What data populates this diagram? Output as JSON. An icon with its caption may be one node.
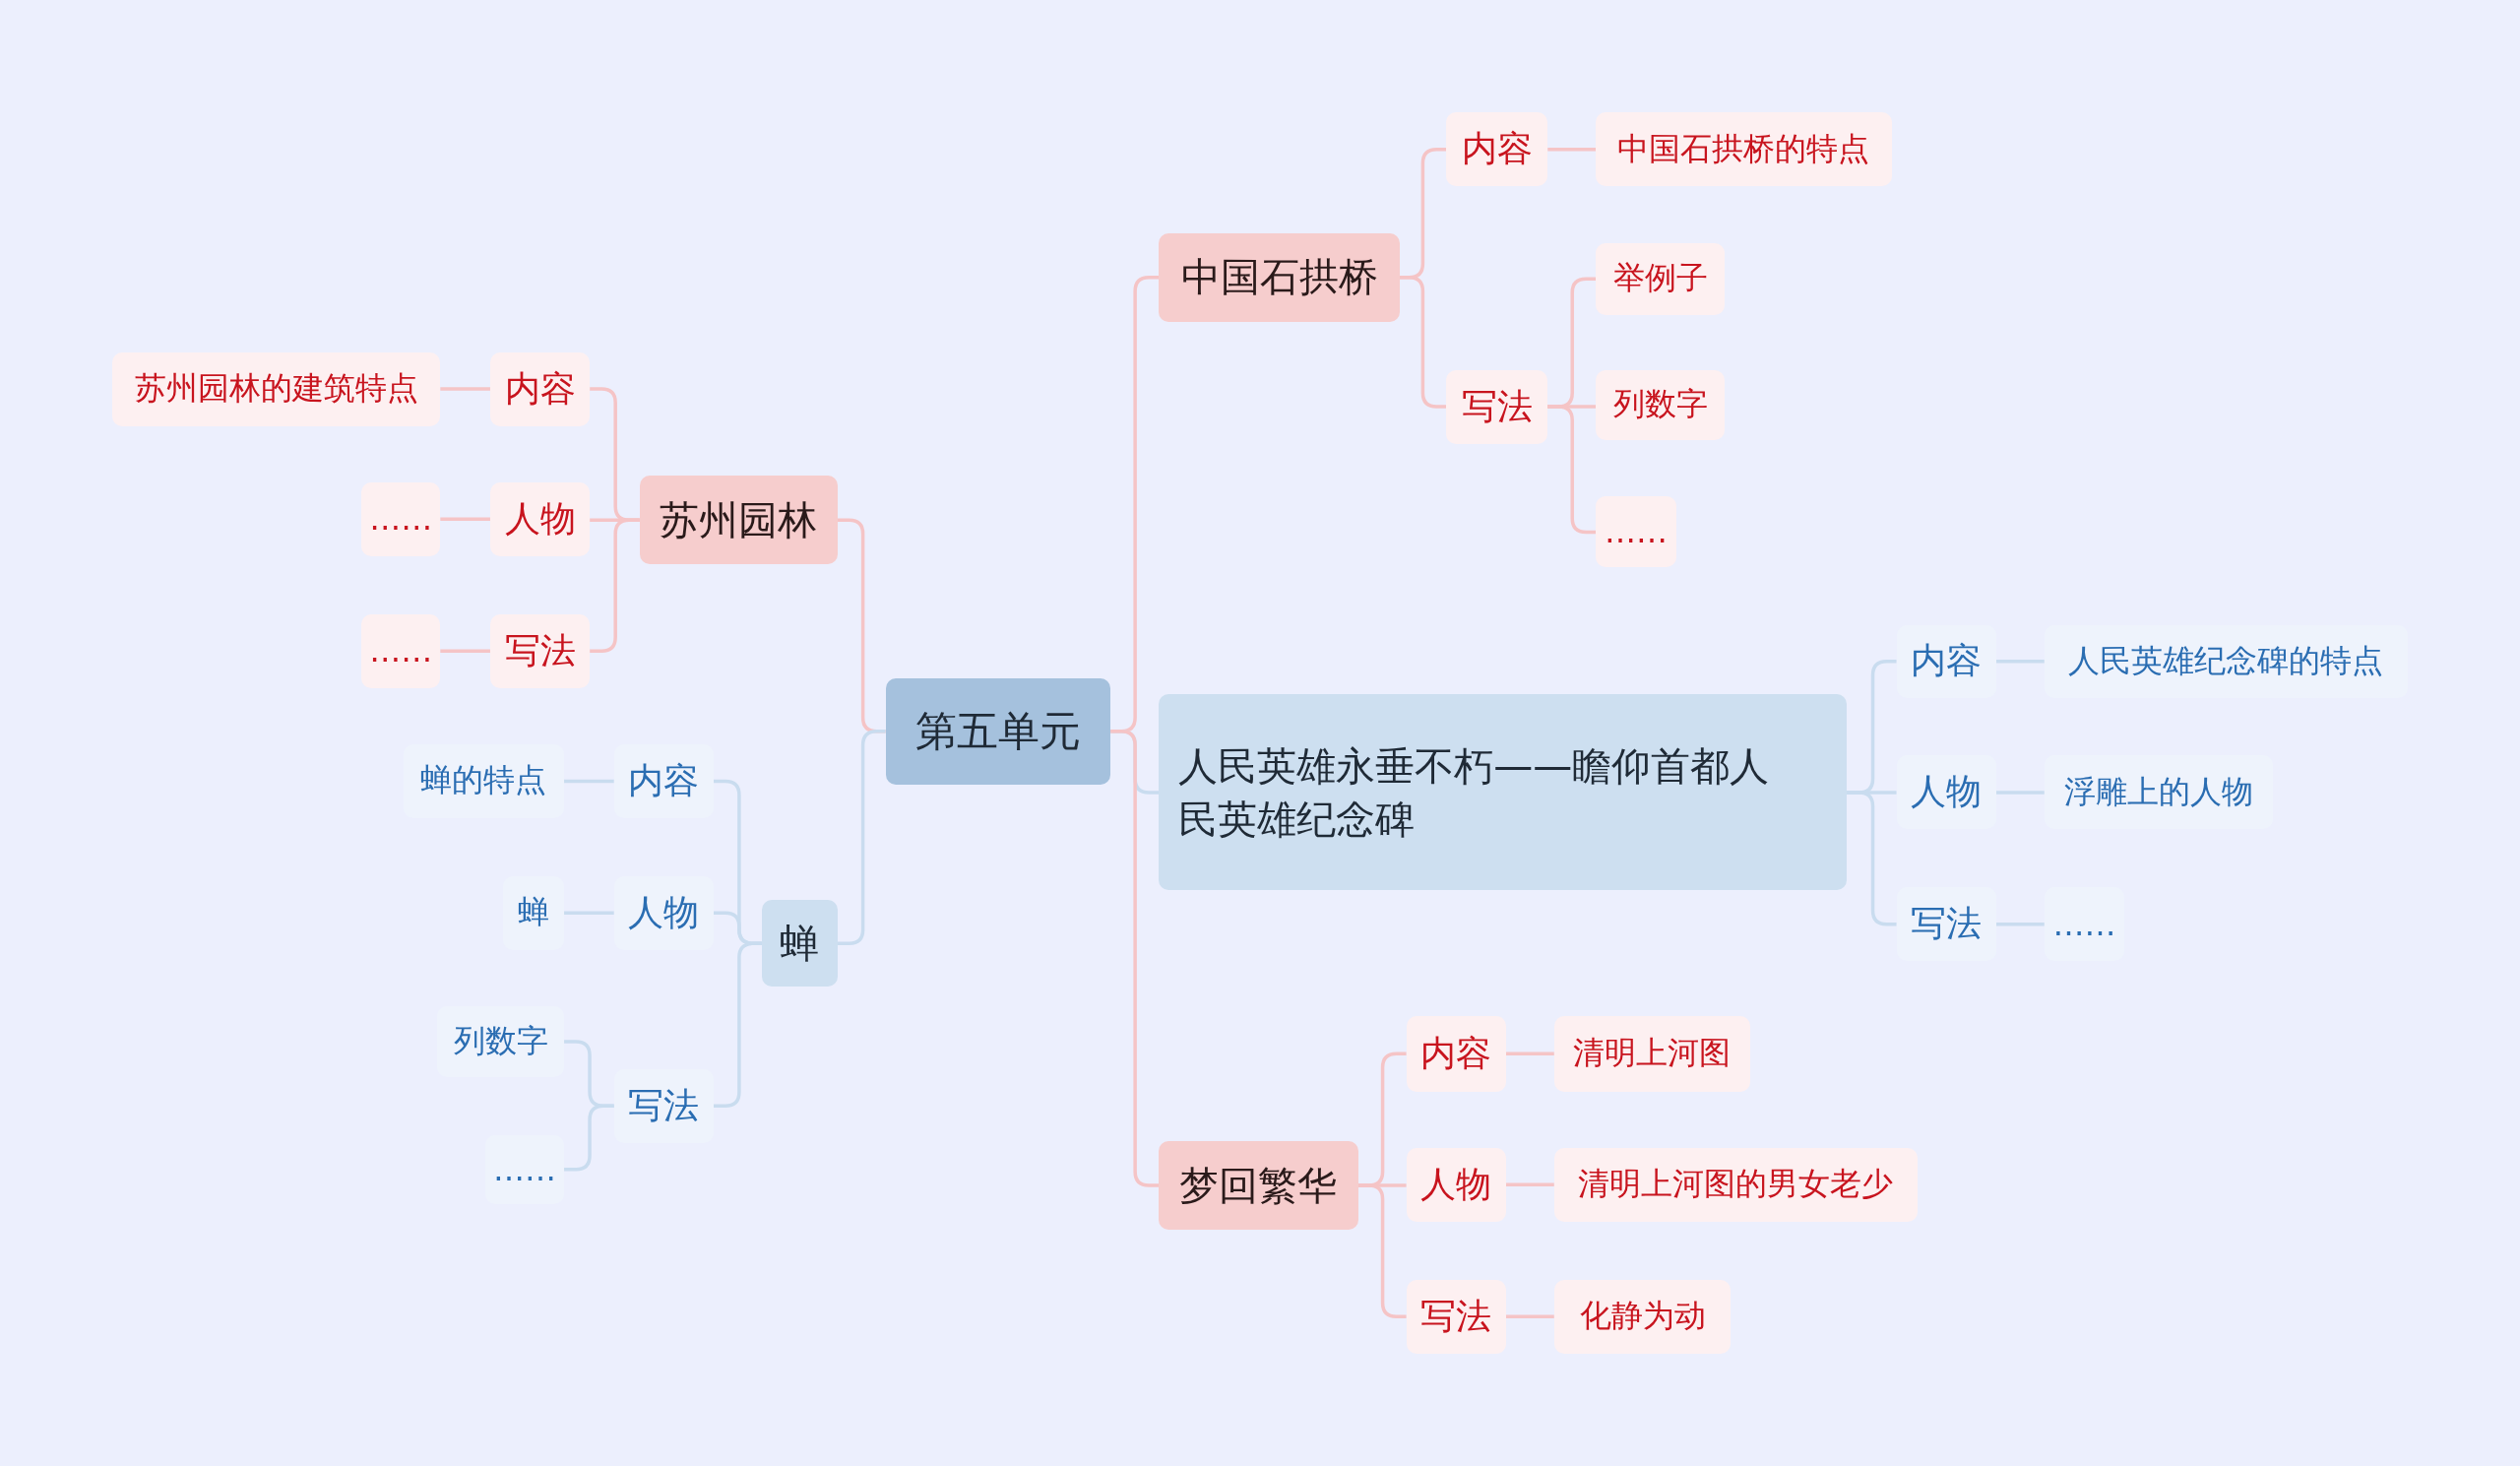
{
  "diagram": {
    "nodes": [
      {
        "text": [
          "第五单元"
        ]
      },
      {
        "text": [
          "中国石拱桥"
        ]
      },
      {
        "text": [
          "内容"
        ]
      },
      {
        "text": [
          "中国石拱桥的特点"
        ]
      },
      {
        "text": [
          "写法"
        ]
      },
      {
        "text": [
          "举例子"
        ]
      },
      {
        "text": [
          "列数字"
        ]
      },
      {
        "text": [
          "……"
        ]
      },
      {
        "text": [
          "人民英雄永垂不朽——瞻仰首都人民英雄纪念碑"
        ]
      },
      {
        "text": [
          "内容"
        ]
      },
      {
        "text": [
          "人民英雄纪念碑的特点"
        ]
      },
      {
        "text": [
          "人物"
        ]
      },
      {
        "text": [
          "浮雕上的人物"
        ]
      },
      {
        "text": [
          "写法"
        ]
      },
      {
        "text": [
          "……"
        ]
      },
      {
        "text": [
          "梦回繁华"
        ]
      },
      {
        "text": [
          "内容"
        ]
      },
      {
        "text": [
          "清明上河图"
        ]
      },
      {
        "text": [
          "人物"
        ]
      },
      {
        "text": [
          "清明上河图的男女老少"
        ]
      },
      {
        "text": [
          "写法"
        ]
      },
      {
        "text": [
          "化静为动"
        ]
      },
      {
        "text": [
          "苏州园林"
        ]
      },
      {
        "text": [
          "内容"
        ]
      },
      {
        "text": [
          "苏州园林的建筑特点"
        ]
      },
      {
        "text": [
          "人物"
        ]
      },
      {
        "text": [
          "……"
        ]
      },
      {
        "text": [
          "写法"
        ]
      },
      {
        "text": [
          "……"
        ]
      },
      {
        "text": [
          "蝉"
        ]
      },
      {
        "text": [
          "内容"
        ]
      },
      {
        "text": [
          "蝉的特点"
        ]
      },
      {
        "text": [
          "人物"
        ]
      },
      {
        "text": [
          "蝉"
        ]
      },
      {
        "text": [
          "写法"
        ]
      },
      {
        "text": [
          "列数字"
        ]
      },
      {
        "text": [
          "……"
        ]
      }
    ],
    "edges": [
      {
        "from": 0,
        "to": 1,
        "arrow": "none"
      },
      {
        "from": 0,
        "to": 8,
        "arrow": "none",
        "color": "#c9dcef"
      },
      {
        "from": 0,
        "to": 15,
        "arrow": "none"
      },
      {
        "from": 0,
        "to": 22,
        "arrow": "none"
      },
      {
        "from": 0,
        "to": 29,
        "arrow": "none",
        "color": "#c9dcef"
      },
      {
        "from": 1,
        "to": 2,
        "arrow": "none"
      },
      {
        "from": 1,
        "to": 4,
        "arrow": "none"
      },
      {
        "from": 2,
        "to": 3,
        "arrow": "none"
      },
      {
        "from": 4,
        "to": 5,
        "arrow": "none"
      },
      {
        "from": 4,
        "to": 6,
        "arrow": "none"
      },
      {
        "from": 4,
        "to": 7,
        "arrow": "none"
      },
      {
        "from": 8,
        "to": 9,
        "arrow": "none",
        "color": "#c9dcef"
      },
      {
        "from": 8,
        "to": 11,
        "arrow": "none",
        "color": "#c9dcef"
      },
      {
        "from": 8,
        "to": 13,
        "arrow": "none",
        "color": "#c9dcef"
      },
      {
        "from": 9,
        "to": 10,
        "arrow": "none",
        "color": "#c9dcef"
      },
      {
        "from": 11,
        "to": 12,
        "arrow": "none",
        "color": "#c9dcef"
      },
      {
        "from": 13,
        "to": 14,
        "arrow": "none",
        "color": "#c9dcef"
      },
      {
        "from": 15,
        "to": 16,
        "arrow": "none"
      },
      {
        "from": 15,
        "to": 18,
        "arrow": "none"
      },
      {
        "from": 15,
        "to": 20,
        "arrow": "none"
      },
      {
        "from": 16,
        "to": 17,
        "arrow": "none"
      },
      {
        "from": 18,
        "to": 19,
        "arrow": "none"
      },
      {
        "from": 20,
        "to": 21,
        "arrow": "none"
      },
      {
        "from": 22,
        "to": 23,
        "arrow": "none"
      },
      {
        "from": 22,
        "to": 25,
        "arrow": "none"
      },
      {
        "from": 22,
        "to": 27,
        "arrow": "none"
      },
      {
        "from": 23,
        "to": 24,
        "arrow": "none"
      },
      {
        "from": 25,
        "to": 26,
        "arrow": "none"
      },
      {
        "from": 27,
        "to": 28,
        "arrow": "none"
      },
      {
        "from": 29,
        "to": 30,
        "arrow": "none",
        "color": "#c9dcef"
      },
      {
        "from": 29,
        "to": 32,
        "arrow": "none",
        "color": "#c9dcef"
      },
      {
        "from": 29,
        "to": 34,
        "arrow": "none",
        "color": "#c9dcef"
      },
      {
        "from": 30,
        "to": 31,
        "arrow": "none",
        "color": "#c9dcef"
      },
      {
        "from": 32,
        "to": 33,
        "arrow": "none",
        "color": "#c9dcef"
      },
      {
        "from": 34,
        "to": 35,
        "arrow": "none",
        "color": "#c9dcef"
      },
      {
        "from": 34,
        "to": 36,
        "arrow": "none",
        "color": "#c9dcef"
      }
    ]
  }
}
